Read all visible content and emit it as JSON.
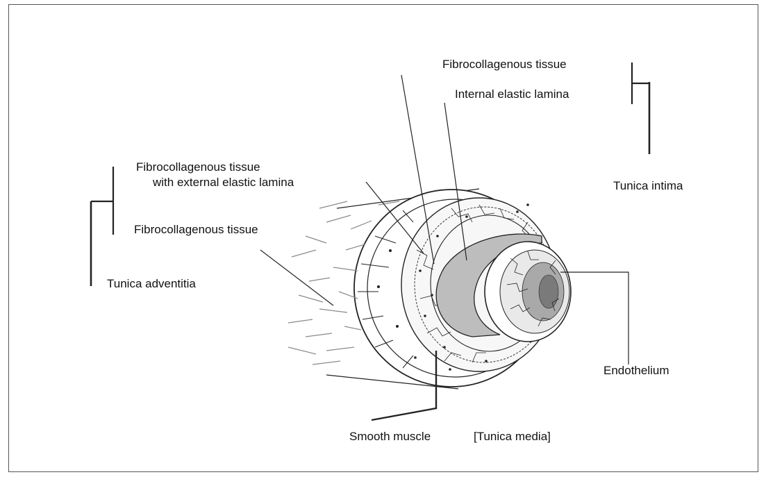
{
  "labels": {
    "fibrocollagenous_top": "Fibrocollagenous tissue",
    "internal_elastic_lamina": "Internal elastic lamina",
    "tunica_intima": "Tunica intima",
    "fibrocollagenous_ext_line1": "Fibrocollagenous tissue",
    "fibrocollagenous_ext_line2": "with external elastic lamina",
    "fibrocollagenous_left": "Fibrocollagenous tissue",
    "tunica_adventitia": "Tunica adventitia",
    "endothelium": "Endothelium",
    "smooth_muscle": "Smooth muscle",
    "tunica_media": "[Tunica media]"
  }
}
